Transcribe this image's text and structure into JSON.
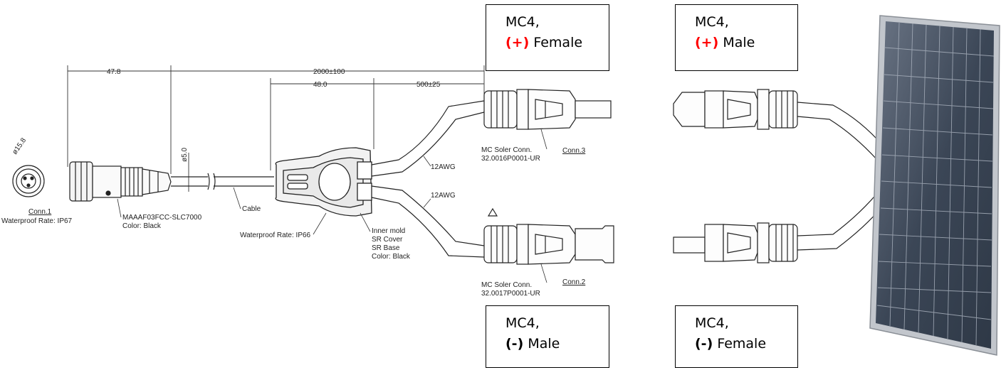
{
  "callouts": {
    "top_left": {
      "line1": "MC4,",
      "polarity": "(+)",
      "gender": "Female"
    },
    "top_right": {
      "line1": "MC4,",
      "polarity": "(+)",
      "gender": "Male"
    },
    "bottom_left": {
      "line1": "MC4,",
      "polarity": "(-)",
      "gender": "Male"
    },
    "bottom_right": {
      "line1": "MC4,",
      "polarity": "(-)",
      "gender": "Female"
    }
  },
  "drawing": {
    "dim_47": "47.8",
    "dim_2000": "2000±100",
    "dim_48": "48.0",
    "dim_500": "500±25",
    "dim_phi15": "ø15.8",
    "dim_phi5": "ø5.0",
    "conn1_label": "Conn.1",
    "conn1_rate": "Waterproof Rate: IP67",
    "part_main_1": "MAAAF03FCC-SLC7000",
    "part_main_2": "Color: Black",
    "cable_label": "Cable",
    "splitter_rate": "Waterproof Rate: IP66",
    "inner_mold": [
      "Inner mold",
      "SR Cover",
      "SR Base",
      "Color: Black"
    ],
    "awg_top": "12AWG",
    "awg_bottom": "12AWG",
    "mc_top_1": "MC Soler Conn.",
    "mc_top_2": "32.0016P0001-UR",
    "conn3_label": "Conn.3",
    "mc_bot_1": "MC Soler Conn.",
    "mc_bot_2": "32.0017P0001-UR",
    "conn2_label": "Conn.2"
  },
  "colors": {
    "positive": "#ff0000",
    "panel_cell": "#3d4858",
    "panel_frame": "#b8bcc2"
  }
}
